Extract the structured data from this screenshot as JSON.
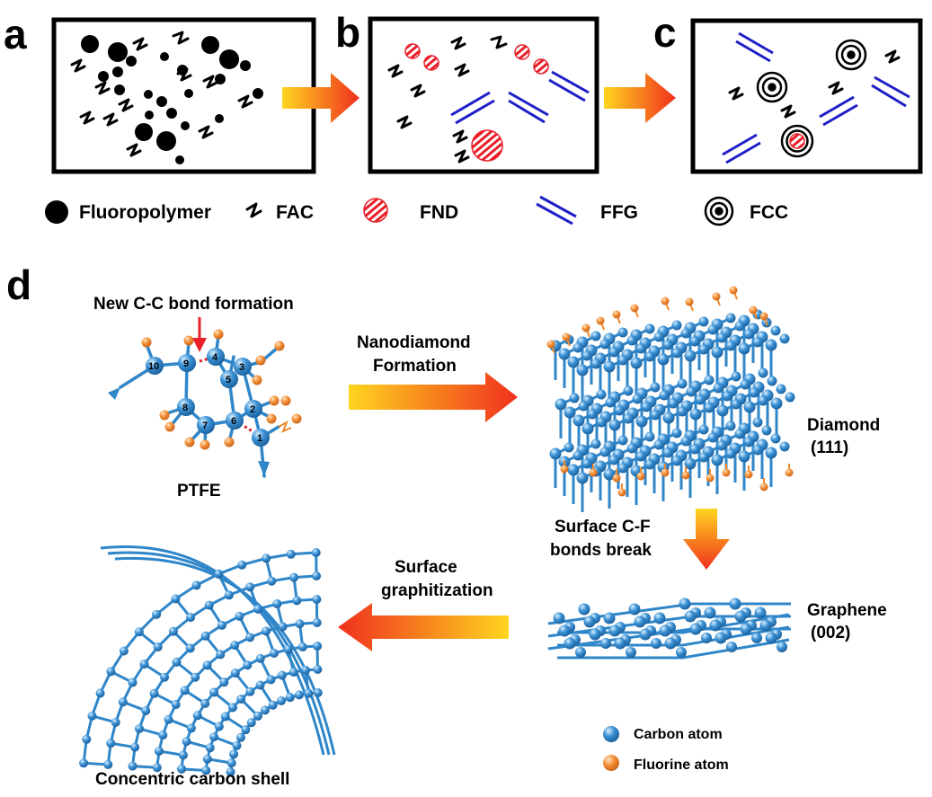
{
  "panels": {
    "a": "a",
    "b": "b",
    "c": "c",
    "d": "d"
  },
  "legend": {
    "fluoropolymer": "Fluoropolymer",
    "fac": "FAC",
    "fnd": "FND",
    "ffg": "FFG",
    "fcc": "FCC"
  },
  "panel_d": {
    "bond_formation": "New C-C bond formation",
    "ptfe": "PTFE",
    "nanodiamond_formation_line1": "Nanodiamond",
    "nanodiamond_formation_line2": "Formation",
    "diamond_line1": "Diamond",
    "diamond_line2": "(111)",
    "bonds_break_line1": "Surface C-F",
    "bonds_break_line2": "bonds break",
    "graphene_line1": "Graphene",
    "graphene_line2": "(002)",
    "graphitization_line1": "Surface",
    "graphitization_line2": "graphitization",
    "shell": "Concentric carbon shell",
    "carbon_atom": "Carbon atom",
    "fluorine_atom": "Fluorine atom",
    "atom_numbers": [
      "1",
      "2",
      "3",
      "4",
      "5",
      "6",
      "7",
      "8",
      "9",
      "10"
    ]
  },
  "colors": {
    "carbon": "#2f86c9",
    "fluorine": "#f08a2c",
    "nanodiamond_red": "#e8202a",
    "graphene_blue": "#1f1fc8",
    "arrow_start": "#ffd21a",
    "arrow_end": "#f0301e"
  }
}
